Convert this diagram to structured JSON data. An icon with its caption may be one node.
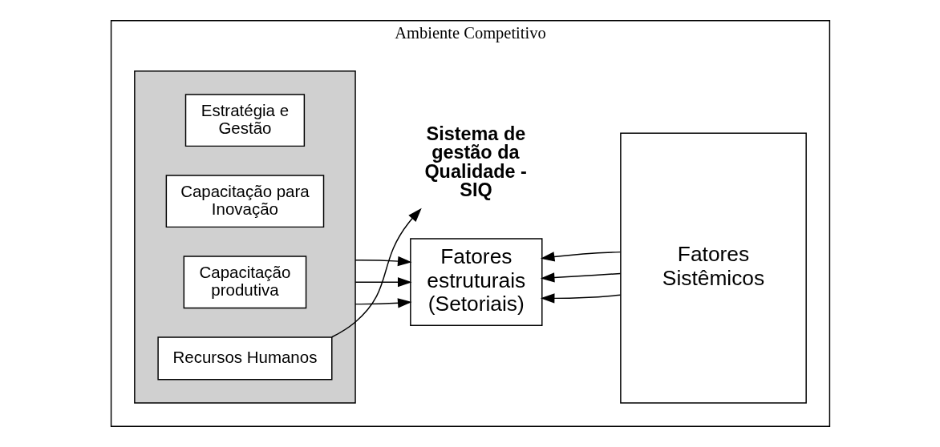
{
  "diagram": {
    "nodes": [
      {
        "text": [
          "Ambiente Competitivo"
        ]
      },
      {
        "text": [],
        "shape": "box",
        "in": 0
      },
      {
        "text": [
          "Estratégia e Gestão"
        ],
        "in": 1
      },
      {
        "text": [
          "Capacitação para Inovação"
        ],
        "in": 1
      },
      {
        "text": [
          "Capacitação produtiva"
        ],
        "in": 1
      },
      {
        "text": [
          "Recursos Humanos"
        ],
        "in": 1
      },
      {
        "text": [
          "Fatores estruturais (Setoriais)"
        ],
        "in": 0
      },
      {
        "text": [
          "Fatores Sistêmicos"
        ],
        "in": 0
      },
      {
        "text": [
          "Sistema de gestão da Qualidade - SIQ"
        ],
        "in": 0
      }
    ],
    "edges": [
      {
        "from": 1,
        "to": 6,
        "arrow": "to"
      },
      {
        "from": 1,
        "to": 6,
        "arrow": "to"
      },
      {
        "from": 1,
        "to": 6,
        "arrow": "to"
      },
      {
        "from": 7,
        "to": 6,
        "arrow": "to"
      },
      {
        "from": 7,
        "to": 6,
        "arrow": "to"
      },
      {
        "from": 7,
        "to": 6,
        "arrow": "to"
      },
      {
        "from": 5,
        "to": 8,
        "arrow": "to"
      }
    ]
  }
}
